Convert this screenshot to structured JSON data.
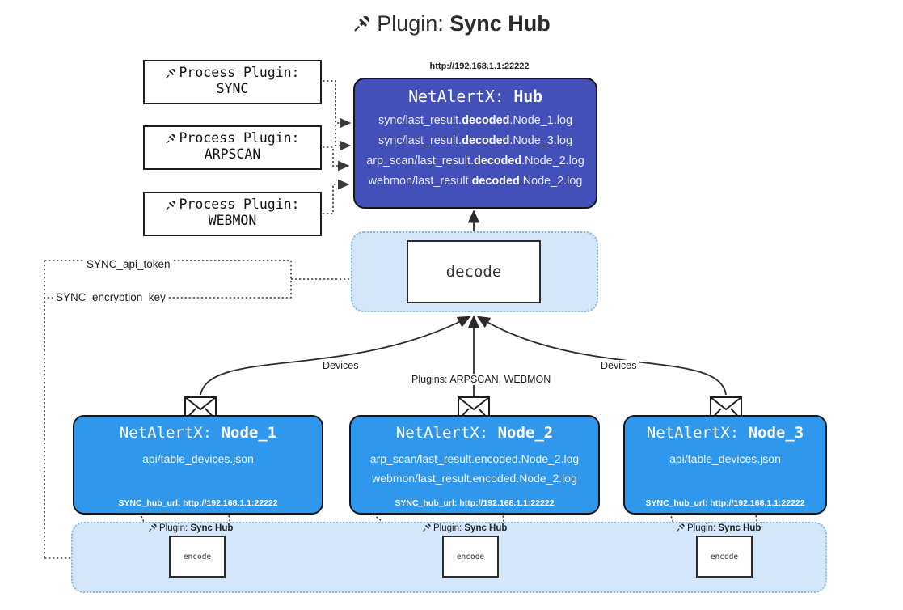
{
  "title": {
    "icon": "plug-icon",
    "prefix": "Plugin:",
    "name": "Sync Hub"
  },
  "process_plugins": [
    {
      "line1": "Process Plugin:",
      "line2": "SYNC",
      "icon": "plug-icon"
    },
    {
      "line1": "Process Plugin:",
      "line2": "ARPSCAN",
      "icon": "plug-icon"
    },
    {
      "line1": "Process Plugin:",
      "line2": "WEBMON",
      "icon": "plug-icon"
    }
  ],
  "hub": {
    "url": "http://192.168.1.1:22222",
    "title_prefix": "NetAlertX:",
    "title_name": "Hub",
    "rows": [
      {
        "pre": "sync/last_result.",
        "em": "decoded",
        "post": ".Node_1.log"
      },
      {
        "pre": "sync/last_result.",
        "em": "decoded",
        "post": ".Node_3.log"
      },
      {
        "pre": "arp_scan/last_result.",
        "em": "decoded",
        "post": ".Node_2.log"
      },
      {
        "pre": "webmon/last_result.",
        "em": "decoded",
        "post": ".Node_2.log"
      }
    ]
  },
  "decode": {
    "label": "decode"
  },
  "nodes": [
    {
      "title_prefix": "NetAlertX:",
      "title_name": "Node_1",
      "lines": [
        "api/table_devices.json"
      ],
      "footer": "SYNC_hub_url: http://192.168.1.1:22222"
    },
    {
      "title_prefix": "NetAlertX:",
      "title_name": "Node_2",
      "lines": [
        "arp_scan/last_result.encoded.Node_2.log",
        "webmon/last_result.encoded.Node_2.log"
      ],
      "footer": "SYNC_hub_url: http://192.168.1.1:22222"
    },
    {
      "title_prefix": "NetAlertX:",
      "title_name": "Node_3",
      "lines": [
        "api/table_devices.json"
      ],
      "footer": "SYNC_hub_url: http://192.168.1.1:22222"
    }
  ],
  "encoders": [
    {
      "label": "encode",
      "plugin_prefix": "Plugin:",
      "plugin_name": "Sync Hub",
      "icon": "plug-icon"
    },
    {
      "label": "encode",
      "plugin_prefix": "Plugin:",
      "plugin_name": "Sync Hub",
      "icon": "plug-icon"
    },
    {
      "label": "encode",
      "plugin_prefix": "Plugin:",
      "plugin_name": "Sync Hub",
      "icon": "plug-icon"
    }
  ],
  "edge_labels": {
    "api_token": "SYNC_api_token",
    "encryption_key": "SYNC_encryption_key",
    "devices_left": "Devices",
    "devices_right": "Devices",
    "plugins_mid": "Plugins: ARPSCAN, WEBMON"
  },
  "colors": {
    "hub_fill": "#4350b9",
    "node_fill": "#2f97ec",
    "region_fill": "#d3e6fa",
    "region_border": "#8fb6d8",
    "stroke": "#2b2b2b",
    "page_bg": "#ffffff"
  }
}
